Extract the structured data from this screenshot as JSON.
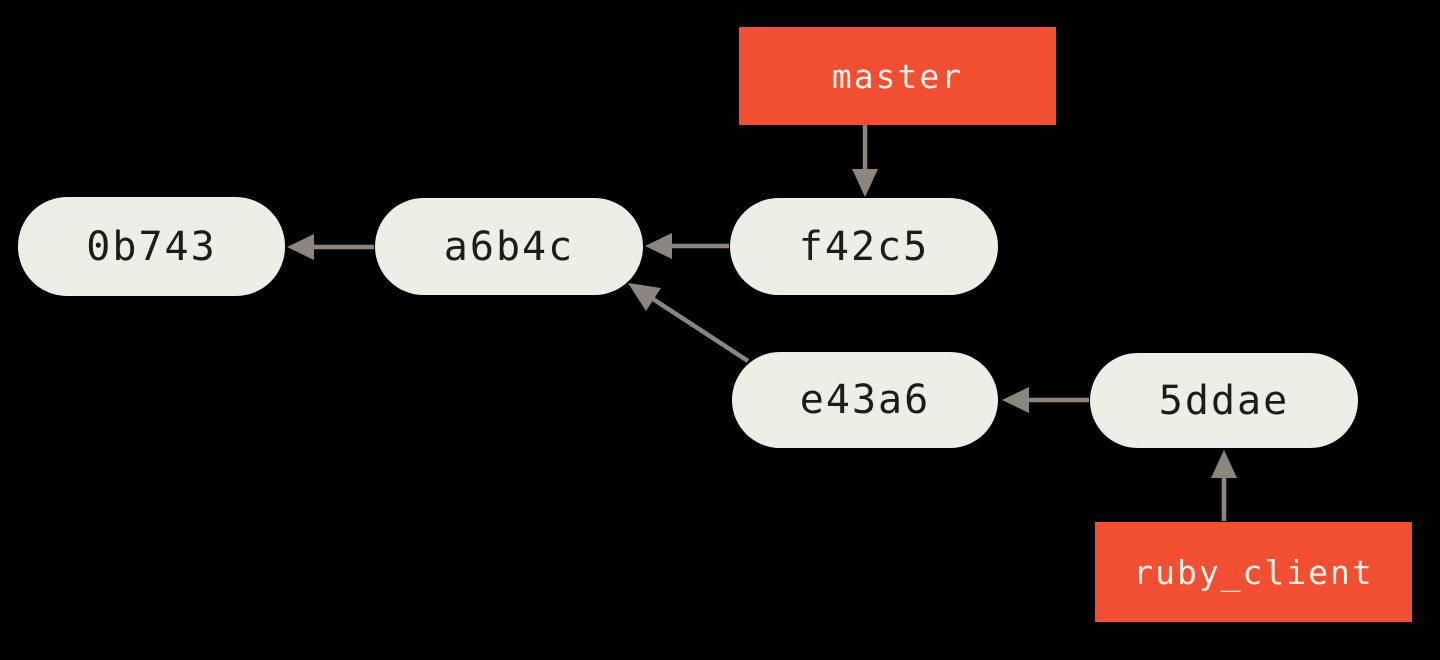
{
  "diagram": {
    "type": "git-commit-graph",
    "colors": {
      "background": "#000000",
      "commit_fill": "#efeee6",
      "commit_text": "#1c1b18",
      "branch_fill": "#f14e32",
      "branch_text": "#f5f2ea",
      "arrow": "#8c867f"
    },
    "commits": [
      {
        "id": "0b743",
        "label": "0b743"
      },
      {
        "id": "a6b4c",
        "label": "a6b4c"
      },
      {
        "id": "f42c5",
        "label": "f42c5"
      },
      {
        "id": "e43a6",
        "label": "e43a6"
      },
      {
        "id": "5ddae",
        "label": "5ddae"
      }
    ],
    "branches": [
      {
        "name": "master",
        "label": "master",
        "points_to": "f42c5"
      },
      {
        "name": "ruby_client",
        "label": "ruby_client",
        "points_to": "5ddae"
      }
    ],
    "edges": [
      {
        "from": "master",
        "to": "f42c5"
      },
      {
        "from": "ruby_client",
        "to": "5ddae"
      },
      {
        "from": "f42c5",
        "to": "a6b4c"
      },
      {
        "from": "a6b4c",
        "to": "0b743"
      },
      {
        "from": "5ddae",
        "to": "e43a6"
      },
      {
        "from": "e43a6",
        "to": "a6b4c"
      }
    ]
  }
}
